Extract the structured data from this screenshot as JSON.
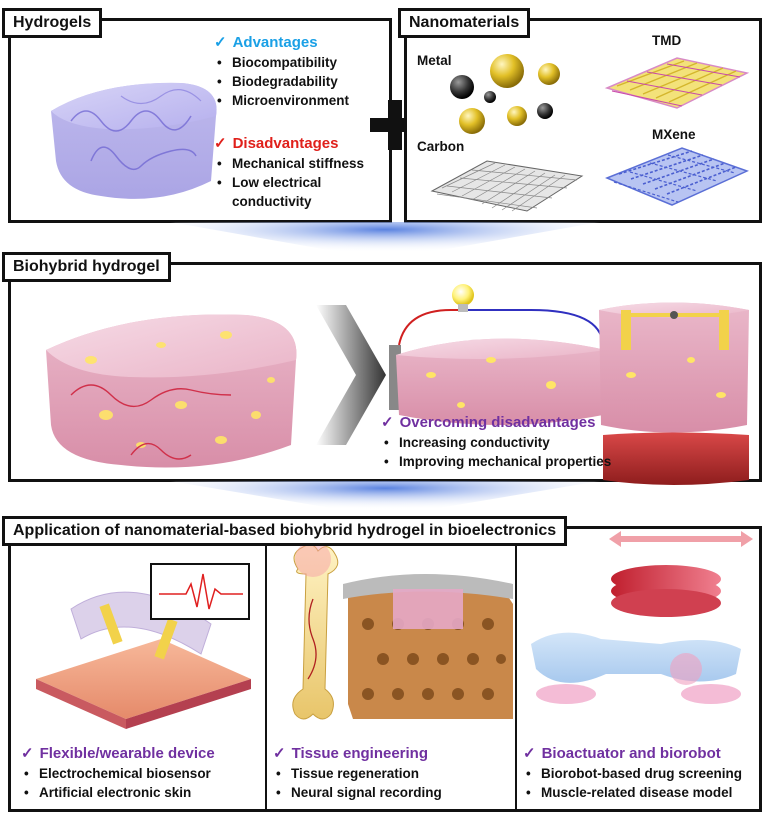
{
  "hydrogels": {
    "title": "Hydrogels",
    "advantages": {
      "title": "Advantages",
      "color": "#1aa0e6",
      "items": [
        "Biocompatibility",
        "Biodegradability",
        "Microenvironment"
      ]
    },
    "disadvantages": {
      "title": "Disadvantages",
      "color": "#e0201b",
      "items": [
        "Mechanical stiffness",
        "Low electrical conductivity"
      ]
    }
  },
  "nanomaterials": {
    "title": "Nanomaterials",
    "labels": {
      "metal": "Metal",
      "tmd": "TMD",
      "carbon": "Carbon",
      "mxene": "MXene"
    }
  },
  "biohybrid": {
    "title": "Biohybrid hydrogel",
    "overcoming": {
      "title": "Overcoming disadvantages",
      "color": "#7030a0",
      "items": [
        "Increasing conductivity",
        "Improving mechanical properties"
      ]
    }
  },
  "application": {
    "title": "Application of nanomaterial-based biohybrid hydrogel in bioelectronics",
    "columns": [
      {
        "title": "Flexible/wearable device",
        "items": [
          "Electrochemical biosensor",
          "Artificial electronic skin"
        ]
      },
      {
        "title": "Tissue engineering",
        "items": [
          "Tissue regeneration",
          "Neural signal recording"
        ]
      },
      {
        "title": "Bioactuator and biorobot",
        "items": [
          "Biorobot-based drug screening",
          "Muscle-related disease model"
        ]
      }
    ]
  },
  "check_mark": "✓",
  "colors": {
    "purple": "#7030a0",
    "blue": "#1aa0e6",
    "red": "#e0201b"
  }
}
